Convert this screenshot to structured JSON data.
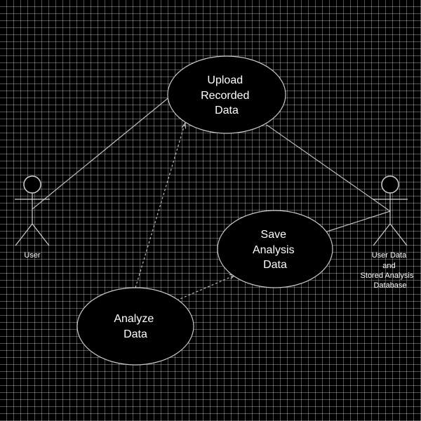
{
  "diagram": {
    "background_color": "#000000",
    "grid_color": "#ffffff",
    "line_color": "#bdbdbd",
    "use_cases": {
      "upload": {
        "lines": [
          "Upload",
          "Recorded",
          "Data"
        ]
      },
      "save": {
        "lines": [
          "Save",
          "Analysis",
          "Data"
        ]
      },
      "analyze": {
        "lines": [
          "Analyze",
          "Data"
        ]
      }
    },
    "actors": {
      "user": {
        "lines": [
          "User"
        ]
      },
      "database": {
        "lines": [
          "User Data",
          "and",
          "Stored Analysis",
          "Database"
        ]
      }
    }
  }
}
